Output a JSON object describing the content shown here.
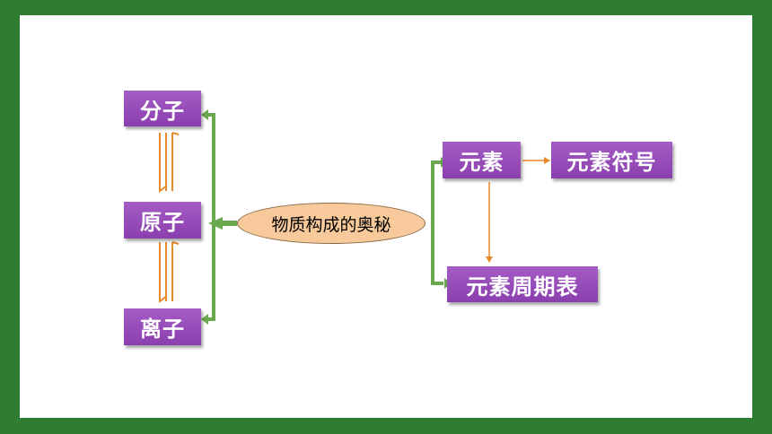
{
  "colors": {
    "frame": "#2e7d32",
    "node_purple": "#9b4fc0",
    "center_fill": "#f7c99b",
    "bracket_green": "#6aa84f",
    "arrow_orange": "#e8892b"
  },
  "diagram": {
    "center": "物质构成的奥秘",
    "left": {
      "molecule": "分子",
      "atom": "原子",
      "ion": "离子"
    },
    "right": {
      "element": "元素",
      "element_symbol": "元素符号",
      "periodic_table": "元素周期表"
    }
  }
}
